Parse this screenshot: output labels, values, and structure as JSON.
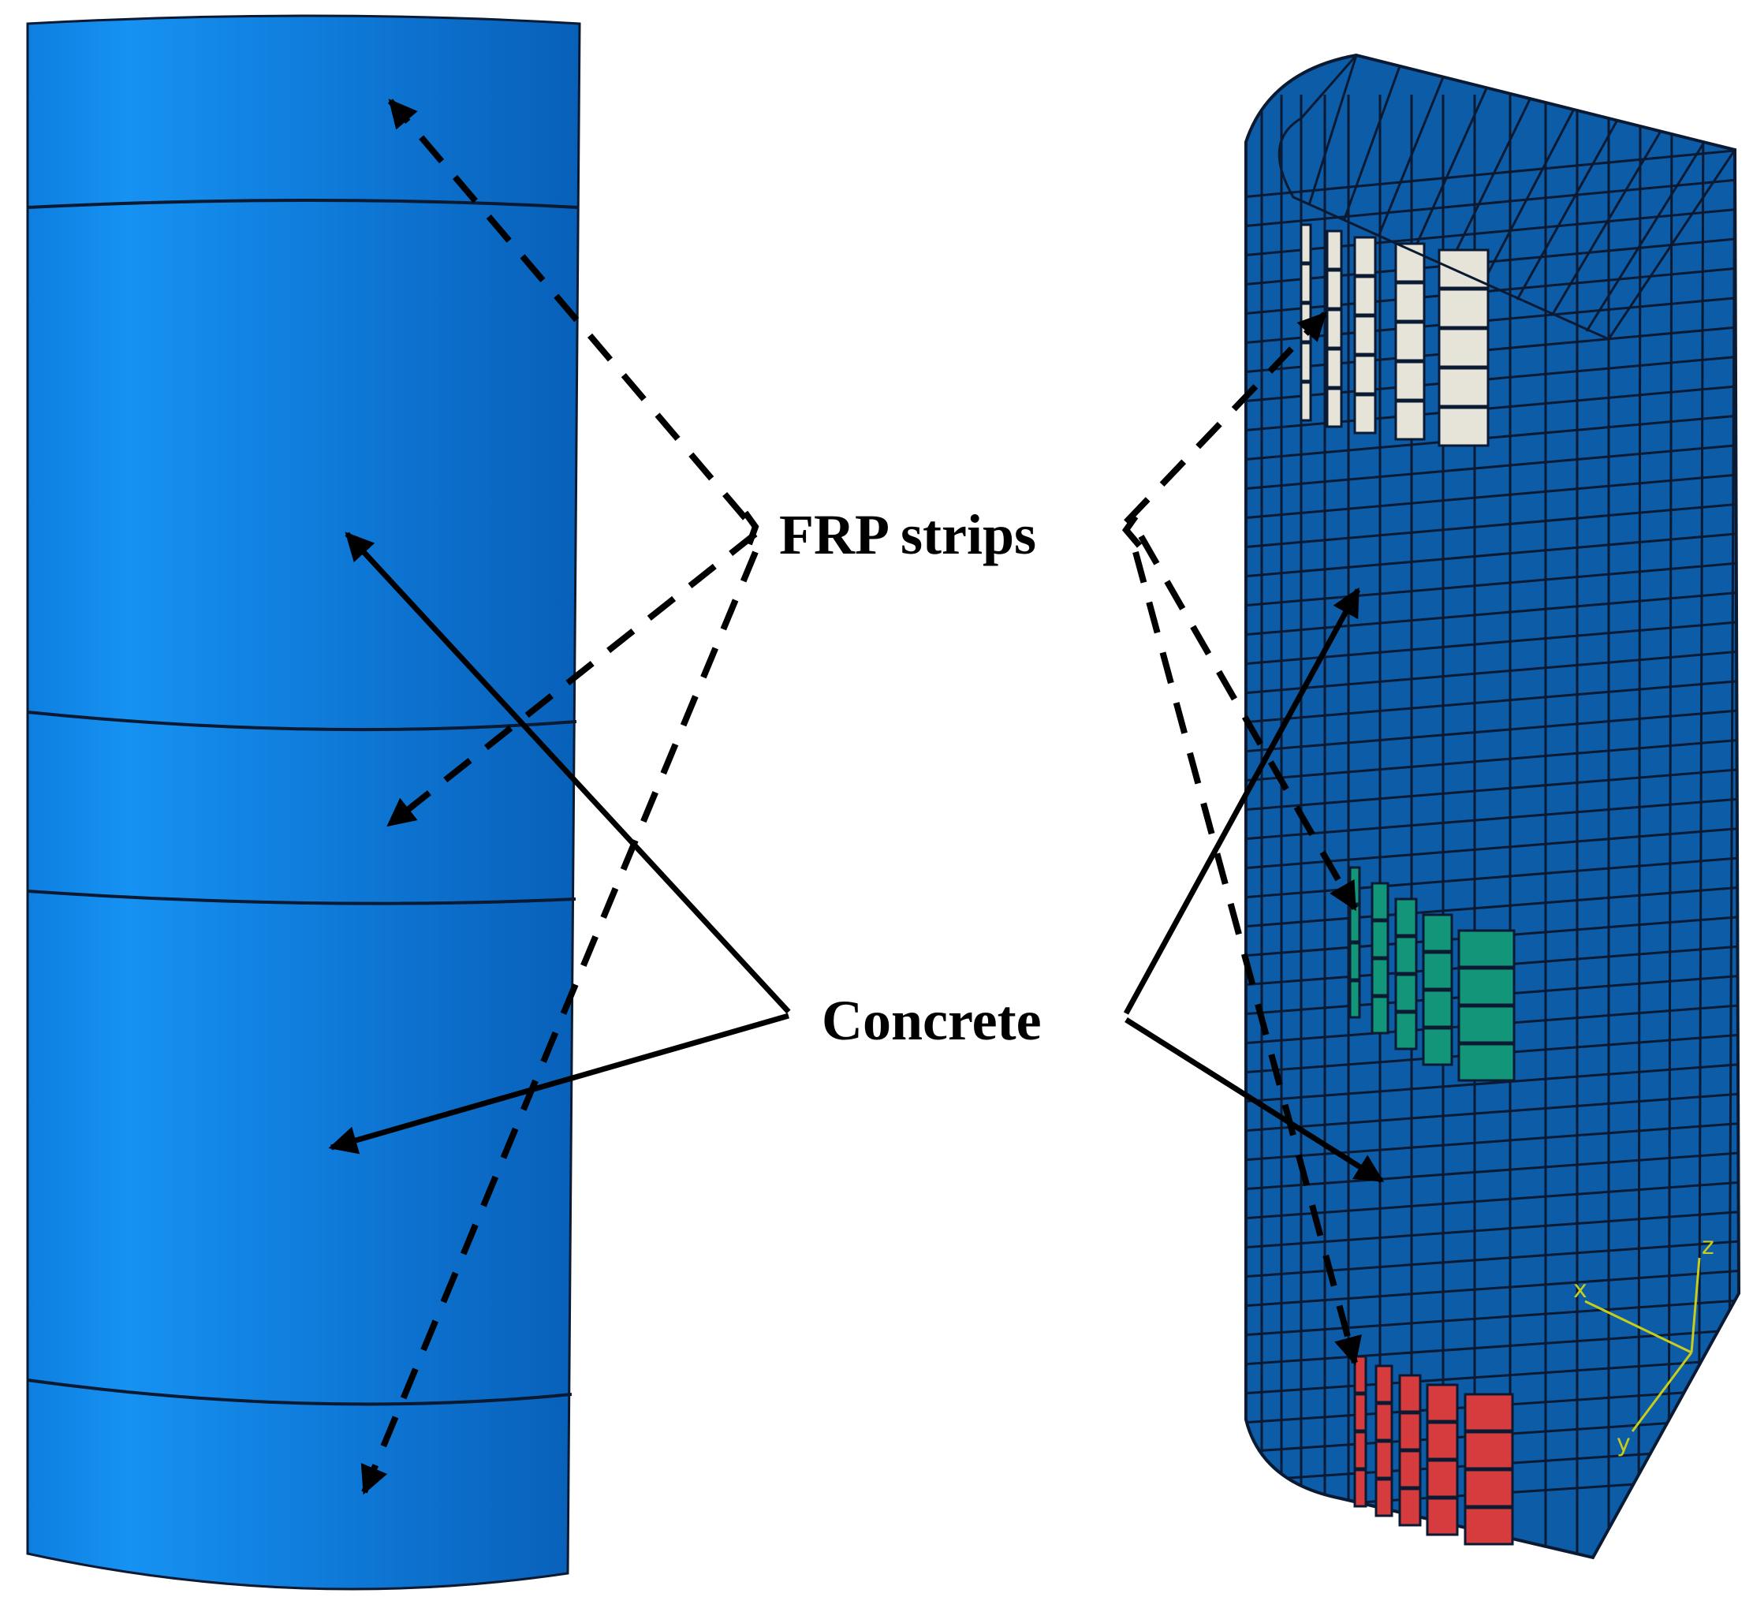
{
  "labels": {
    "frp_strips": "FRP strips",
    "concrete": "Concrete"
  },
  "axis_triad": {
    "z": "z",
    "x": "x",
    "y": "y"
  },
  "colors": {
    "cylinder_light": "#1692f2",
    "cylinder_dark": "#0864bd",
    "mesh_fill": "#0c5ca8",
    "mesh_line": "#0a1a33",
    "frp_top": "#e6e4d8",
    "frp_middle": "#13957a",
    "frp_bottom": "#d63b3e",
    "axis": "#c8cc1a"
  }
}
